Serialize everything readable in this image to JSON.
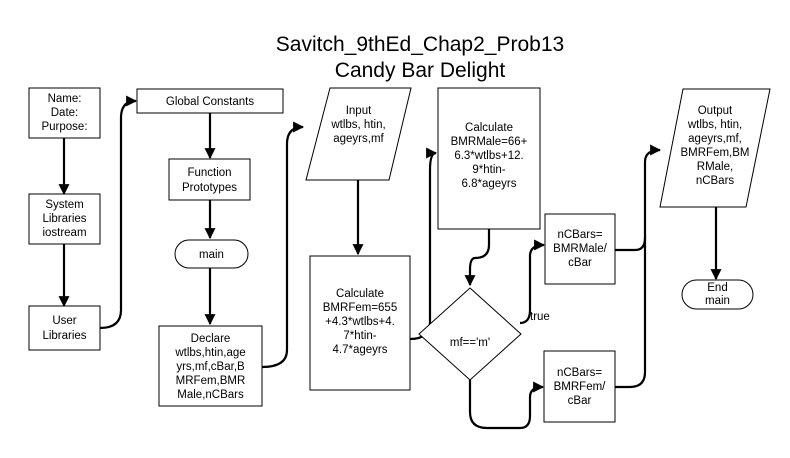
{
  "title": {
    "line1": "Savitch_9thEd_Chap2_Prob13",
    "line2": "Candy Bar Delight"
  },
  "nodes": {
    "header": [
      "Name:",
      "Date:",
      "Purpose:"
    ],
    "syslibs": [
      "System",
      "Libraries",
      "iostream"
    ],
    "userlibs": [
      "User",
      "Libraries"
    ],
    "globals": [
      "Global Constants"
    ],
    "protos": [
      "Function",
      "Prototypes"
    ],
    "main": [
      "main"
    ],
    "declare": [
      "Declare",
      "wtlbs,htin,age",
      "yrs,mf,cBar,B",
      "MRFem,BMR",
      "Male,nCBars"
    ],
    "input": [
      "Input",
      "wtlbs, htin,",
      "ageyrs,mf"
    ],
    "calcfem": [
      "Calculate",
      "BMRFem=655",
      "+4.3*wtlbs+4.",
      "7*htin-",
      "4.7*ageyrs"
    ],
    "calcmale": [
      "Calculate",
      "BMRMale=66+",
      "6.3*wtlbs+12.",
      "9*htin-",
      "6.8*ageyrs"
    ],
    "decision": [
      "mf=='m'"
    ],
    "nmale": [
      "nCBars=",
      "BMRMale/",
      "cBar"
    ],
    "nfem": [
      "nCBars=",
      "BMRFem/",
      "cBar"
    ],
    "output": [
      "Output",
      "wtlbs, htin,",
      "ageyrs,mf,",
      "BMRFem,BM",
      "RMale,",
      "nCBars"
    ],
    "endmain": [
      "End",
      "main"
    ]
  },
  "branch_label": "true"
}
